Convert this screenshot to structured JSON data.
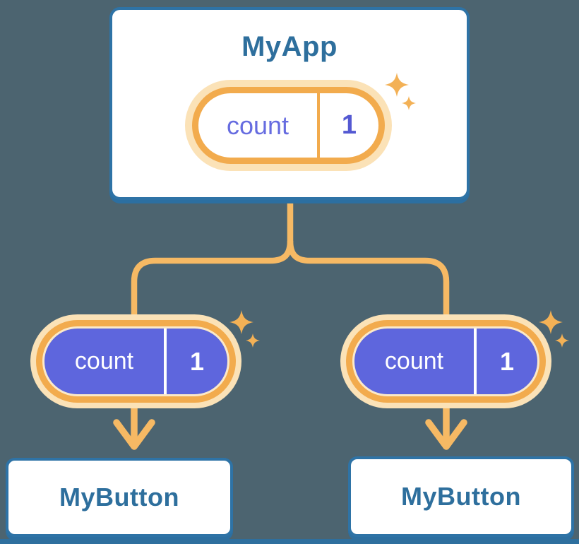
{
  "colors": {
    "background": "#4C6470",
    "card_bg": "#FFFFFF",
    "card_border": "#2E73A6",
    "card_shadow": "#2C6FA1",
    "heading_text": "#2E6F9D",
    "pill_glow": "#FBE2B7",
    "pill_ring": "#F2AB4D",
    "pill_fill_child": "#5E66DD",
    "pill_inner_edge": "#FBE9C9",
    "state_name_text": "#666CE0",
    "state_value_text": "#5459D2",
    "connector": "#F6B964",
    "sparkle": "#F3B156",
    "bottom_bar": "#2E6F9E"
  },
  "icons": {
    "sparkle": "✦",
    "arrow_down": "↓"
  },
  "tree": {
    "root": {
      "title": "MyApp",
      "state": {
        "name": "count",
        "value": "1"
      }
    },
    "children": [
      {
        "title": "MyButton",
        "prop": {
          "name": "count",
          "value": "1"
        }
      },
      {
        "title": "MyButton",
        "prop": {
          "name": "count",
          "value": "1"
        }
      }
    ]
  }
}
